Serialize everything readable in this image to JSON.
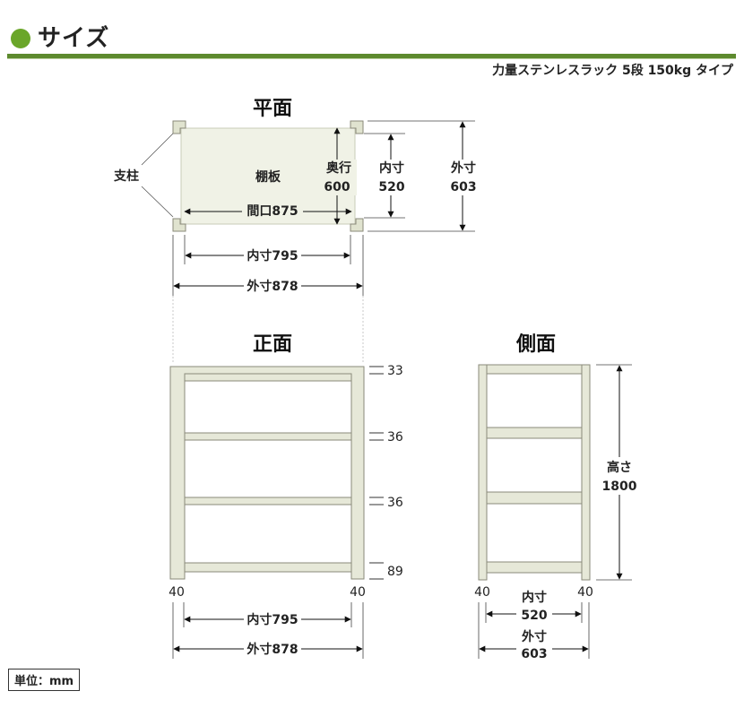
{
  "header": {
    "title": "サイズ",
    "subtitle": "力量ステンレスラック 5段 150kg タイプ",
    "dot_color": "#6aa629",
    "line_color": "#5d8a2e"
  },
  "plan_view": {
    "title": "平面",
    "post_label": "支柱",
    "shelf_label": "棚板",
    "frontage_label": "間口875",
    "depth_label_1": "奥行",
    "depth_value": "600",
    "inner_depth_label": "内寸",
    "inner_depth_value": "520",
    "outer_depth_label": "外寸",
    "outer_depth_value": "603",
    "inner_width_label": "内寸795",
    "outer_width_label": "外寸878"
  },
  "front_view": {
    "title": "正面",
    "shelf_gaps": [
      "33",
      "36",
      "36",
      "89"
    ],
    "post_left": "40",
    "post_right": "40",
    "inner_width_label": "内寸795",
    "outer_width_label": "外寸878"
  },
  "side_view": {
    "title": "側面",
    "height_label": "高さ",
    "height_value": "1800",
    "post_left": "40",
    "post_right": "40",
    "inner_label": "内寸",
    "inner_value": "520",
    "outer_label": "外寸",
    "outer_value": "603"
  },
  "unit_note": "単位：mm",
  "colors": {
    "frame": "#e6e8d8",
    "frame_stroke": "#8a8a7a",
    "shelf_fill": "#f1f2e6"
  }
}
